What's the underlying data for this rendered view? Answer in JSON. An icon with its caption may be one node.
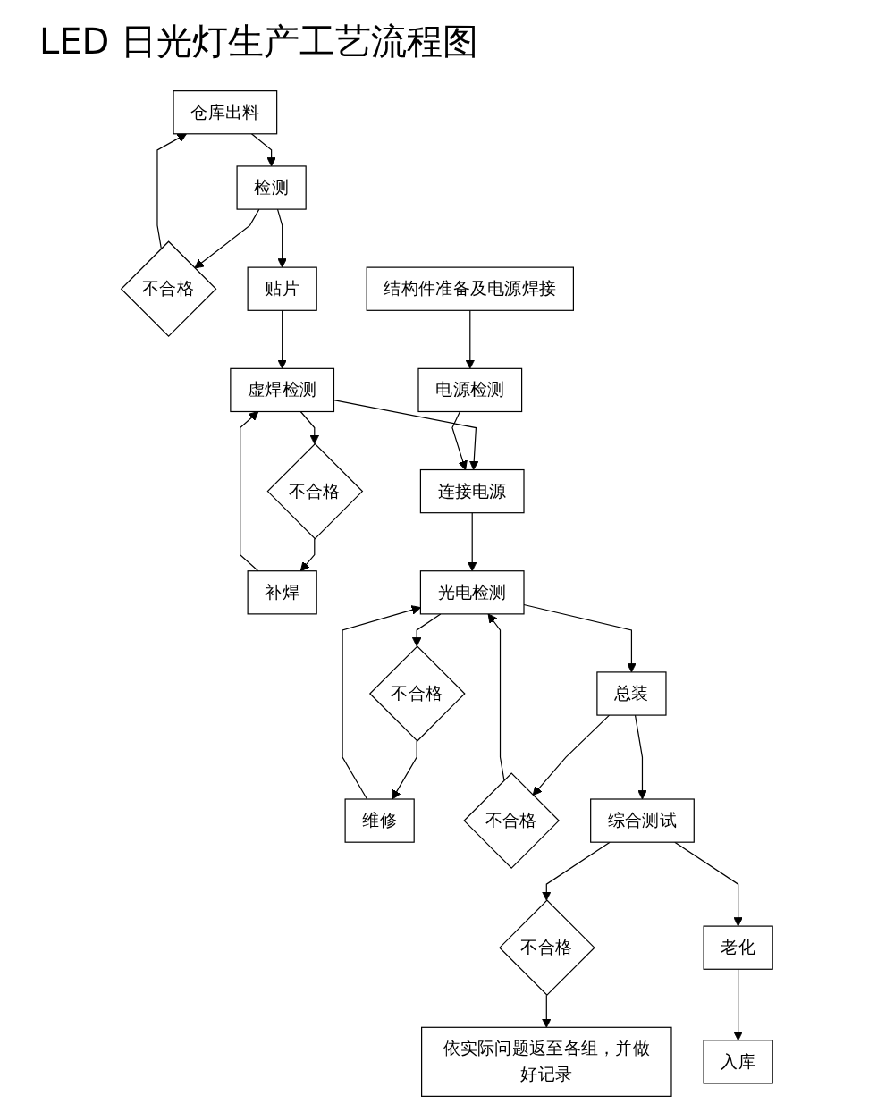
{
  "diagram": {
    "title": "LED 日光灯生产工艺流程图",
    "nodes": [
      {
        "text": [
          "仓库出料"
        ]
      },
      {
        "text": [
          "不合格"
        ]
      },
      {
        "text": [
          "检测"
        ]
      },
      {
        "text": [
          "贴片"
        ]
      },
      {
        "text": [
          "虚焊检测"
        ]
      },
      {
        "text": [
          "不合格"
        ]
      },
      {
        "text": [
          "补焊"
        ]
      },
      {
        "text": [
          "连接电源"
        ]
      },
      {
        "text": [
          "电源检测"
        ]
      },
      {
        "text": [
          "结构件准备及电源焊接"
        ]
      },
      {
        "text": [
          "维修"
        ]
      },
      {
        "text": [
          "光电检测"
        ]
      },
      {
        "text": [
          "不合格"
        ]
      },
      {
        "text": [
          "总装"
        ]
      },
      {
        "text": [
          "不合格"
        ]
      },
      {
        "text": [
          "不合格"
        ]
      },
      {
        "text": [
          "综合测试"
        ]
      },
      {
        "text": [
          "依实际问题返至各组，并做好记录"
        ]
      },
      {
        "text": [
          "老化"
        ]
      },
      {
        "text": [
          "入库"
        ]
      }
    ],
    "edges": [
      {
        "from": 0,
        "to": 2,
        "arrow": "to"
      },
      {
        "from": 2,
        "to": 1,
        "arrow": "to"
      },
      {
        "from": 1,
        "to": 0,
        "arrow": "to"
      },
      {
        "from": 2,
        "to": 3,
        "arrow": "to"
      },
      {
        "from": 3,
        "to": 4,
        "arrow": "to"
      },
      {
        "from": 4,
        "to": 5,
        "arrow": "to"
      },
      {
        "from": 5,
        "to": 6,
        "arrow": "to"
      },
      {
        "from": 6,
        "to": 4,
        "arrow": "to"
      },
      {
        "from": 4,
        "to": 7,
        "arrow": "to"
      },
      {
        "from": 9,
        "to": 8,
        "arrow": "to"
      },
      {
        "from": 8,
        "to": 7,
        "arrow": "to"
      },
      {
        "from": 7,
        "to": 11,
        "arrow": "to"
      },
      {
        "from": 11,
        "to": 12,
        "arrow": "to"
      },
      {
        "from": 12,
        "to": 10,
        "arrow": "to"
      },
      {
        "from": 10,
        "to": 11,
        "arrow": "to"
      },
      {
        "from": 11,
        "to": 13,
        "arrow": "to"
      },
      {
        "from": 13,
        "to": 14,
        "arrow": "to"
      },
      {
        "from": 14,
        "to": 11,
        "arrow": "to"
      },
      {
        "from": 13,
        "to": 16,
        "arrow": "to"
      },
      {
        "from": 16,
        "to": 15,
        "arrow": "to"
      },
      {
        "from": 15,
        "to": 17,
        "arrow": "to"
      },
      {
        "from": 16,
        "to": 18,
        "arrow": "to"
      },
      {
        "from": 18,
        "to": 19,
        "arrow": "to"
      }
    ]
  }
}
